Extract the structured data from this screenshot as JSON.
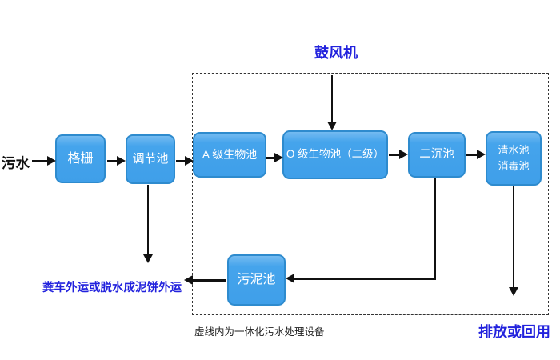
{
  "flowchart": {
    "source_label": "污水",
    "blower_label": "鼓风机",
    "sludge_disposal_label": "粪车外运或脱水成泥饼外运",
    "discharge_label": "排放或回用",
    "boundary_caption": "虚线内为一体化污水处理设备",
    "nodes": {
      "grid": "格栅",
      "regulating_tank": "调节池",
      "a_bio_tank": "A 级生物池",
      "o_bio_tank": "O 级生物池（二级）",
      "secondary_sedimentation_tank": "二沉池",
      "clear_water_tank_line1": "清水池",
      "clear_water_tank_line2": "消毒池",
      "sludge_tank": "污泥池"
    },
    "colors": {
      "node_fill": "#42A3EB",
      "node_border": "#2E8BCE",
      "accent_text_blue": "#2222DD",
      "line_black": "#111111",
      "node_text": "#FFFFFF"
    }
  }
}
